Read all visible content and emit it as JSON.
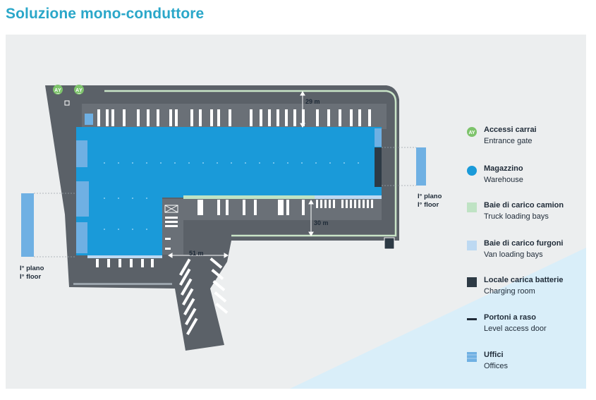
{
  "title": "Soluzione mono-conduttore",
  "plan": {
    "dimensions": {
      "north_depth": "29 m",
      "south_depth": "30 m",
      "west_width": "51 m"
    },
    "floor_labels": {
      "right": {
        "it": "I° plano",
        "en": "I° floor"
      },
      "left": {
        "it": "I° plano",
        "en": "I° floor"
      }
    }
  },
  "legend": [
    {
      "it": "Accessi carrai",
      "en": "Entrance gate",
      "color": "#7dc36b",
      "icon": "entrance-gate-icon"
    },
    {
      "it": "Magazzino",
      "en": "Warehouse",
      "color": "#1a9ad9",
      "icon": "warehouse-dot-icon"
    },
    {
      "it": "Baie di carico camion",
      "en": "Truck loading bays",
      "color": "#bfe3c4",
      "icon": "truck-bay-swatch"
    },
    {
      "it": "Baie di carico furgoni",
      "en": "Van loading bays",
      "color": "#bdd9f2",
      "icon": "van-bay-swatch"
    },
    {
      "it": "Locale carica batterie",
      "en": "Charging room",
      "color": "#2d3a45",
      "icon": "charging-room-swatch"
    },
    {
      "it": "Portoni a raso",
      "en": "Level access door",
      "color": "#1f2b38",
      "icon": "level-door-line"
    },
    {
      "it": "Uffici",
      "en": "Offices",
      "color": "#6fb0e3",
      "icon": "offices-swatch"
    }
  ],
  "colors": {
    "title": "#2aa7c9",
    "yard": "#5b6168",
    "warehouse": "#1a9ad9",
    "truck_bays": "#bfe3c4",
    "van_bays": "#bdd9f2",
    "offices": "#6fb0e3"
  }
}
